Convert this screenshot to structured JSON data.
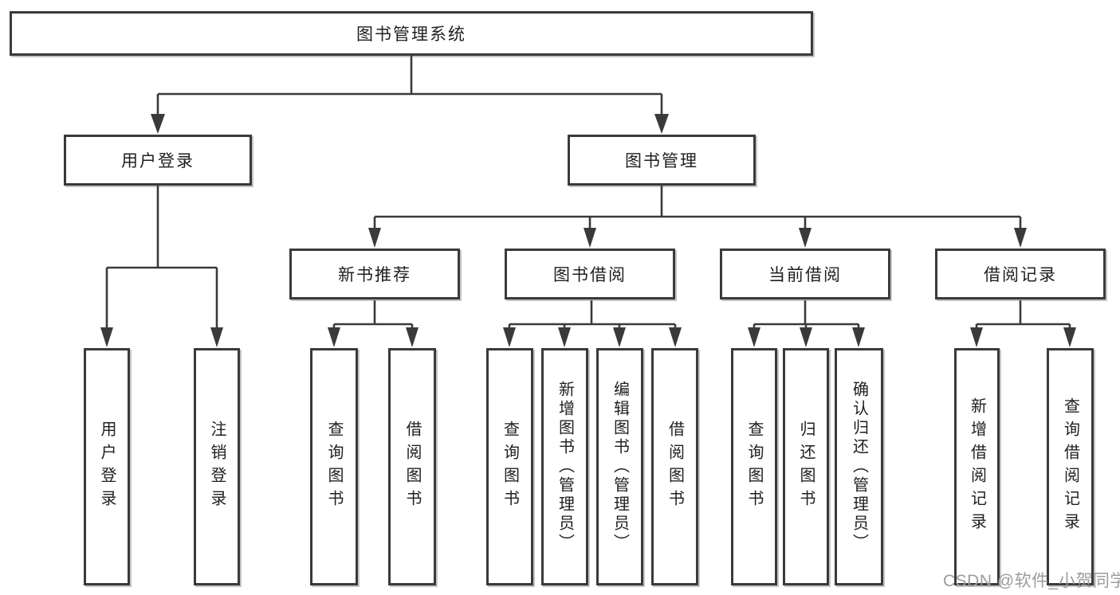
{
  "diagram": {
    "title": "图书管理系统",
    "root": {
      "label": "图书管理系统"
    },
    "level2": [
      {
        "id": "user-login",
        "label": "用户登录"
      },
      {
        "id": "book-management",
        "label": "图书管理"
      }
    ],
    "level3": [
      {
        "id": "new-book-recommend",
        "label": "新书推荐"
      },
      {
        "id": "book-borrow",
        "label": "图书借阅"
      },
      {
        "id": "current-borrow",
        "label": "当前借阅"
      },
      {
        "id": "borrow-records",
        "label": "借阅记录"
      }
    ],
    "leaves": {
      "user_login": [
        "用户登录",
        "注销登录"
      ],
      "new_books": [
        "查询图书",
        "借阅图书"
      ],
      "book_borrow": [
        "查询图书",
        "新增图书（管理员）",
        "编辑图书（管理员）",
        "借阅图书"
      ],
      "current_borrow": [
        "查询图书",
        "归还图书",
        "确认归还（管理员）"
      ],
      "borrow_records": [
        "新增借阅记录",
        "查询借阅记录"
      ]
    }
  },
  "watermark": "CSDN @软件_小贺同学",
  "colors": {
    "line": "#3a3a3a",
    "border": "#3a3a3a",
    "text": "#202020",
    "watermark": "#9c9c9c",
    "background": "#ffffff"
  }
}
